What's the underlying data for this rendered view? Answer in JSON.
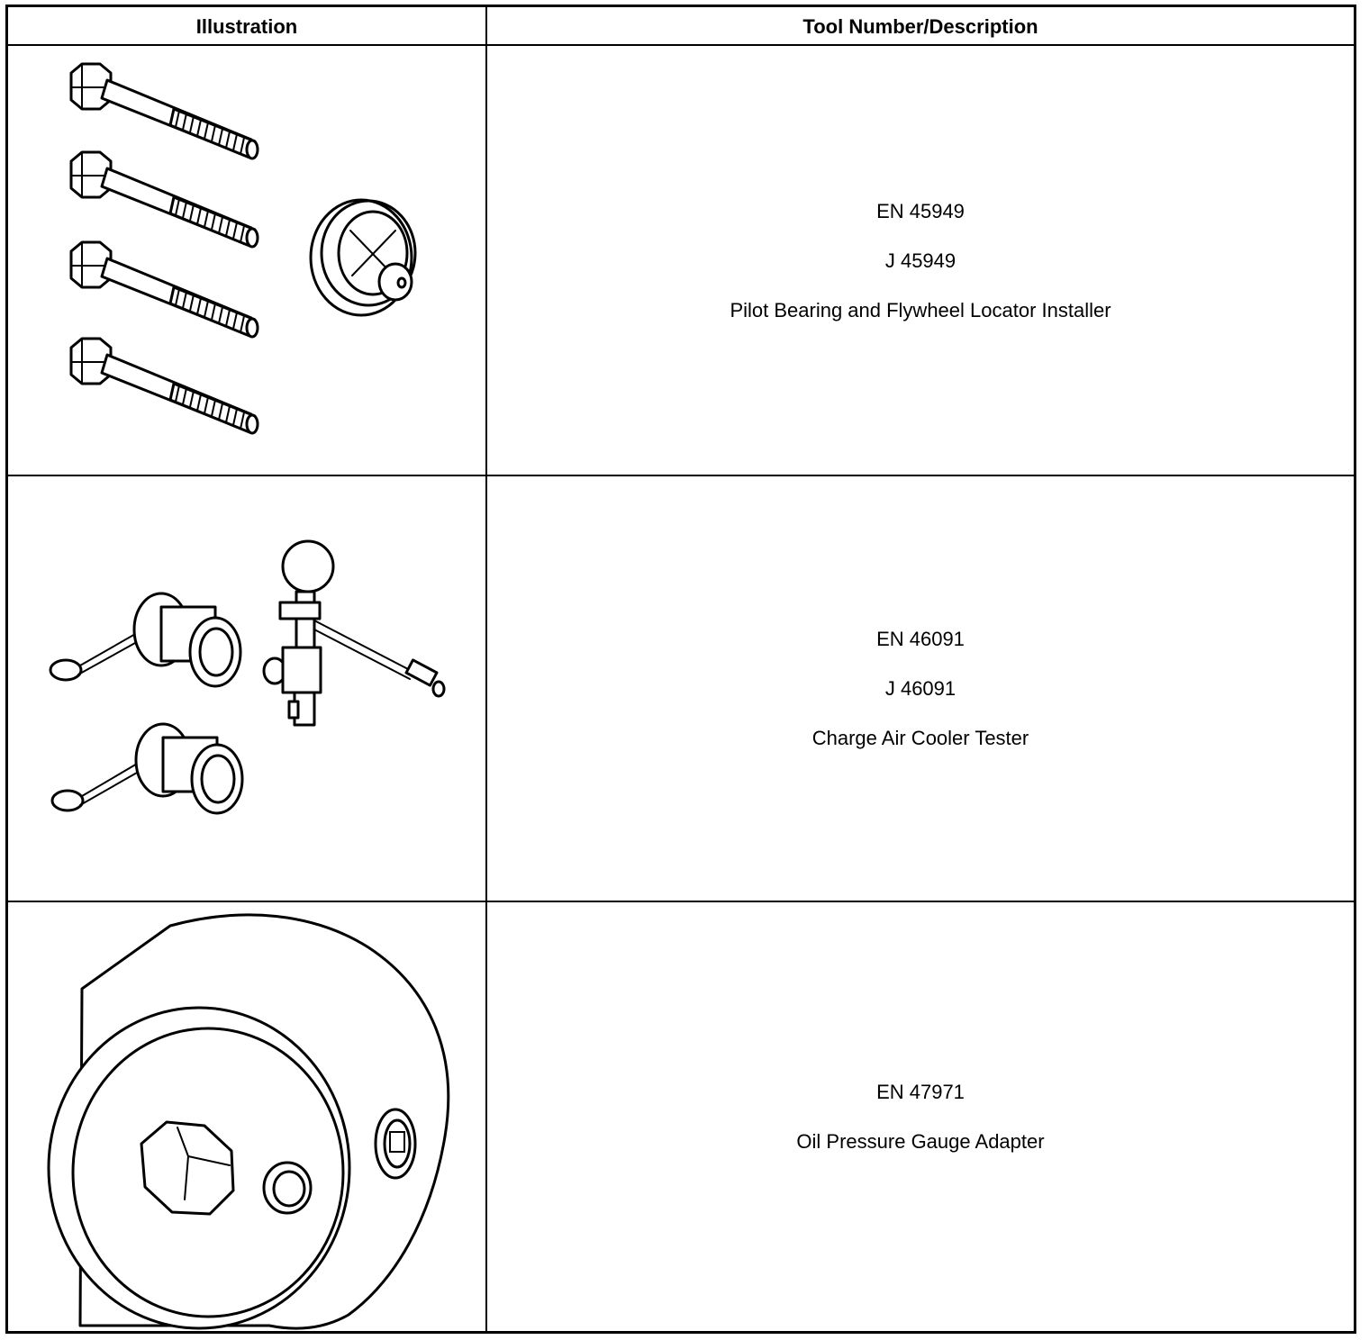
{
  "table": {
    "headers": {
      "illustration": "Illustration",
      "description": "Tool Number/Description"
    },
    "rows": [
      {
        "illustration_icon": "pilot-bearing-installer-icon",
        "lines": [
          "EN 45949",
          "J 45949",
          "Pilot Bearing and Flywheel Locator Installer"
        ]
      },
      {
        "illustration_icon": "charge-air-cooler-tester-icon",
        "lines": [
          "EN 46091",
          "J 46091",
          "Charge Air Cooler Tester"
        ]
      },
      {
        "illustration_icon": "oil-pressure-gauge-adapter-icon",
        "lines": [
          "EN 47971",
          "Oil Pressure Gauge Adapter"
        ]
      }
    ]
  }
}
